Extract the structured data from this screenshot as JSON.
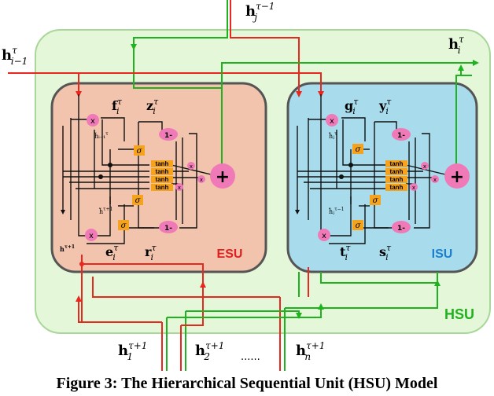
{
  "caption": "Figure 3: The Hierarchical Sequential Unit (HSU) Model",
  "units": {
    "esu": "ESU",
    "isu": "ISU",
    "hsu": "HSU"
  },
  "labels": {
    "h_j_top": {
      "base": "h",
      "sub": "j",
      "sup": "τ−1"
    },
    "h_i_left": {
      "base": "h",
      "sub": "i−1",
      "sup": "τ"
    },
    "h_i_right": {
      "base": "h",
      "sub": "i",
      "sup": "τ"
    },
    "h1": {
      "base": "h",
      "sub": "1",
      "sup": "τ+1"
    },
    "h2": {
      "base": "h",
      "sub": "2",
      "sup": "τ+1"
    },
    "hn": {
      "base": "h",
      "sub": "n",
      "sup": "τ+1"
    },
    "dots": "......",
    "esu_f": {
      "base": "f",
      "sub": "i",
      "sup": "τ"
    },
    "esu_z": {
      "base": "z",
      "sub": "i",
      "sup": "τ"
    },
    "esu_e": {
      "base": "e",
      "sub": "i",
      "sup": "τ"
    },
    "esu_r": {
      "base": "r",
      "sub": "i",
      "sup": "τ"
    },
    "isu_g": {
      "base": "g",
      "sub": "i",
      "sup": "τ"
    },
    "isu_y": {
      "base": "y",
      "sub": "i",
      "sup": "τ"
    },
    "isu_t": {
      "base": "t",
      "sub": "i",
      "sup": "τ"
    },
    "isu_s": {
      "base": "s",
      "sub": "i",
      "sup": "τ"
    },
    "esu_htilde_top": "h̃ᵢ₋₁",
    "esu_htilde_top_sup": "τ",
    "esu_htilde_bot": "h̃",
    "esu_htilde_bot_sup": "τ+1",
    "esu_h_bot": "h",
    "esu_h_bot_sup": "τ+1",
    "isu_htilde_top": "h̃ⱼ",
    "isu_htilde_top_sup": "τ",
    "isu_htilde_bot": "h̃ⱼ",
    "isu_htilde_bot_sup": "τ−1"
  },
  "ops": {
    "multiply": "x",
    "plus": "+",
    "sigma": "σ",
    "one_minus": "1-",
    "tanh": "tanh"
  },
  "colors": {
    "esu_fill": "#f2c3ad",
    "isu_fill": "#a8dcec",
    "hsu_fill": "#e4f7d8",
    "hsu_stroke": "#a9d79a",
    "unit_stroke": "#555555",
    "red": "#e8281e",
    "green": "#1fb21f",
    "pink": "#f07ab8",
    "orange": "#f5a21d",
    "esu_label": "#e02020",
    "isu_label": "#1a7fd0",
    "hsu_label": "#1fb21f"
  }
}
